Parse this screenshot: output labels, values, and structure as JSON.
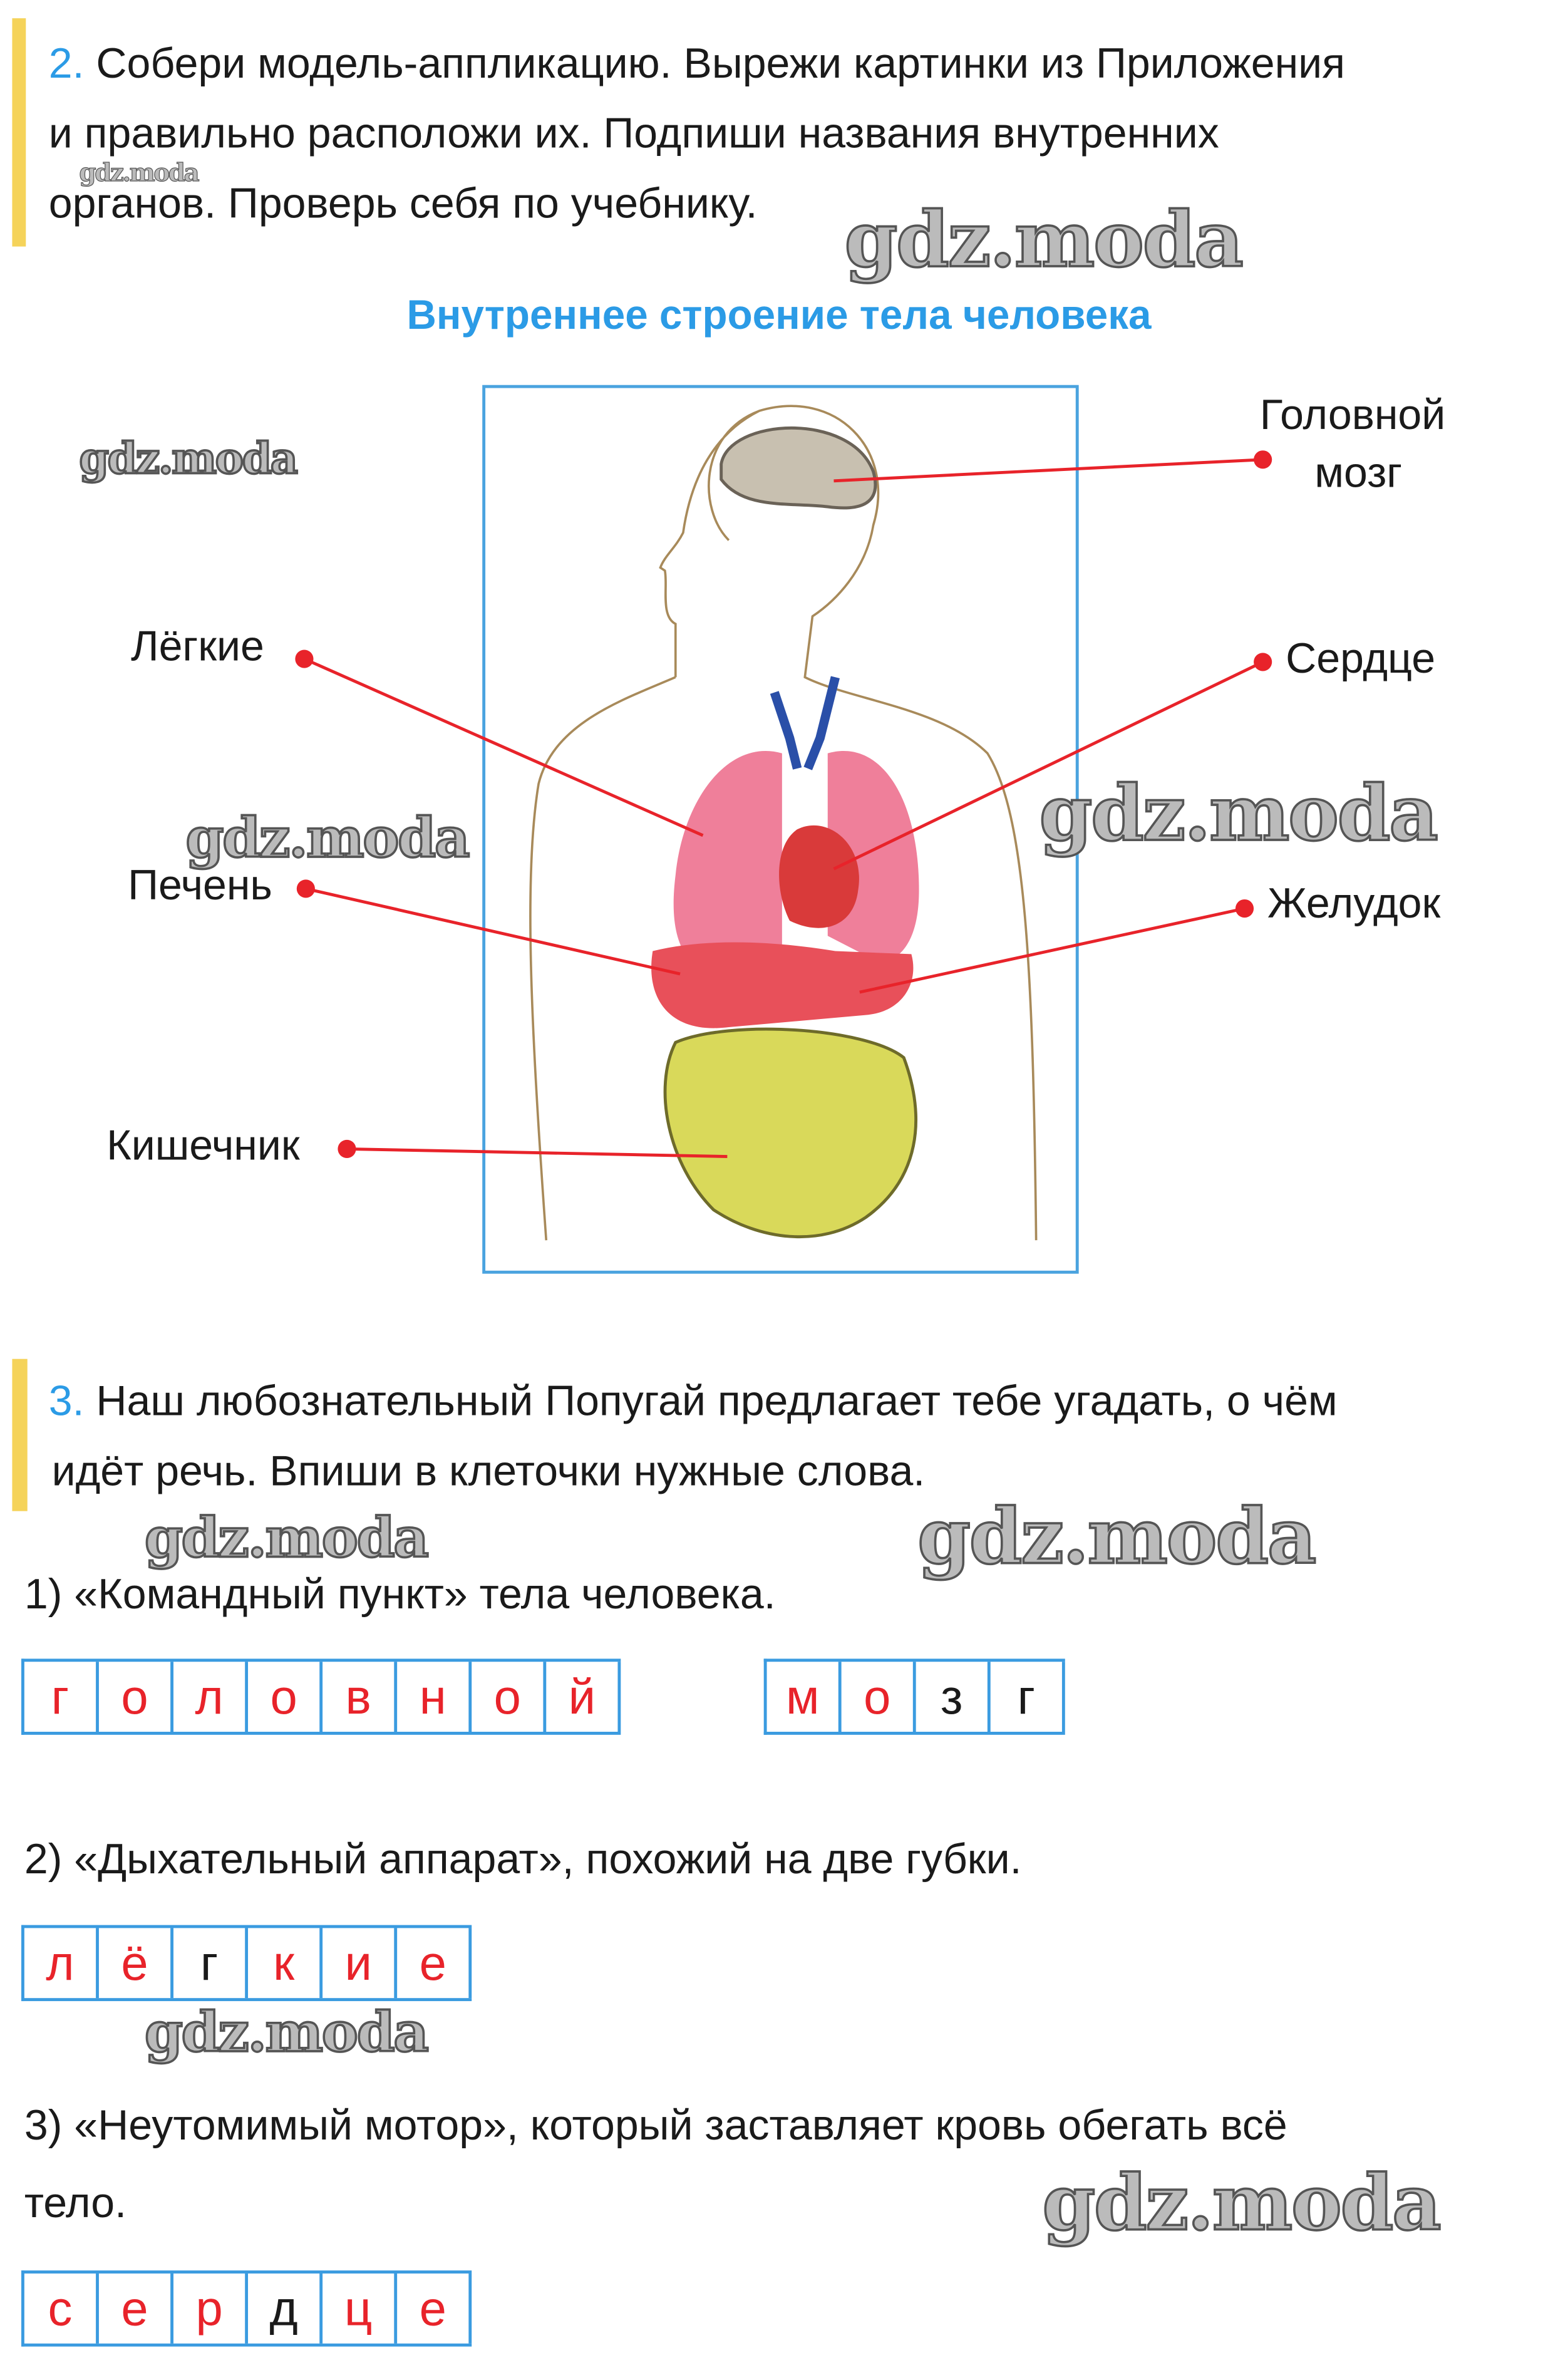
{
  "task2": {
    "number": "2.",
    "lines": [
      "Собери модель-аппликацию. Вырежи картинки из Приложения",
      "и правильно расположи их. Подпиши названия внутренних",
      "органов. Проверь себя по учебнику."
    ],
    "figure_title": "Внутреннее строение тела человека",
    "labels": {
      "brain_1": "Головной",
      "brain_2": "мозг",
      "lungs": "Лёгкие",
      "heart": "Сердце",
      "liver": "Печень",
      "stomach": "Желудок",
      "intestine": "Кишечник"
    }
  },
  "task3": {
    "number": "3.",
    "lines": [
      "Наш любознательный Попугай предлагает тебе угадать, о чём",
      "идёт речь. Впиши в клеточки нужные слова."
    ],
    "q1": "1) «Командный пункт» тела человека.",
    "q2": "2) «Дыхательный аппарат», похожий на две губки.",
    "q3_line1": "3) «Неутомимый мотор», который заставляет кровь обегать всё",
    "q3_line2": "тело.",
    "answers": {
      "a1_word1": [
        {
          "ch": "г",
          "c": "red"
        },
        {
          "ch": "о",
          "c": "red"
        },
        {
          "ch": "л",
          "c": "red"
        },
        {
          "ch": "о",
          "c": "red"
        },
        {
          "ch": "в",
          "c": "red"
        },
        {
          "ch": "н",
          "c": "red"
        },
        {
          "ch": "о",
          "c": "red"
        },
        {
          "ch": "й",
          "c": "red"
        }
      ],
      "a1_word2": [
        {
          "ch": "м",
          "c": "red"
        },
        {
          "ch": "о",
          "c": "red"
        },
        {
          "ch": "з",
          "c": "blk"
        },
        {
          "ch": "г",
          "c": "blk"
        }
      ],
      "a2": [
        {
          "ch": "л",
          "c": "red"
        },
        {
          "ch": "ё",
          "c": "red"
        },
        {
          "ch": "г",
          "c": "blk"
        },
        {
          "ch": "к",
          "c": "red"
        },
        {
          "ch": "и",
          "c": "red"
        },
        {
          "ch": "е",
          "c": "red"
        }
      ],
      "a3": [
        {
          "ch": "с",
          "c": "red"
        },
        {
          "ch": "е",
          "c": "red"
        },
        {
          "ch": "р",
          "c": "red"
        },
        {
          "ch": "д",
          "c": "blk"
        },
        {
          "ch": "ц",
          "c": "red"
        },
        {
          "ch": "е",
          "c": "red"
        }
      ]
    }
  },
  "watermark": "gdz.moda",
  "colors": {
    "accent_blue": "#2b9be6",
    "answer_red": "#e8232a",
    "bar_yellow": "#f5d35a"
  }
}
